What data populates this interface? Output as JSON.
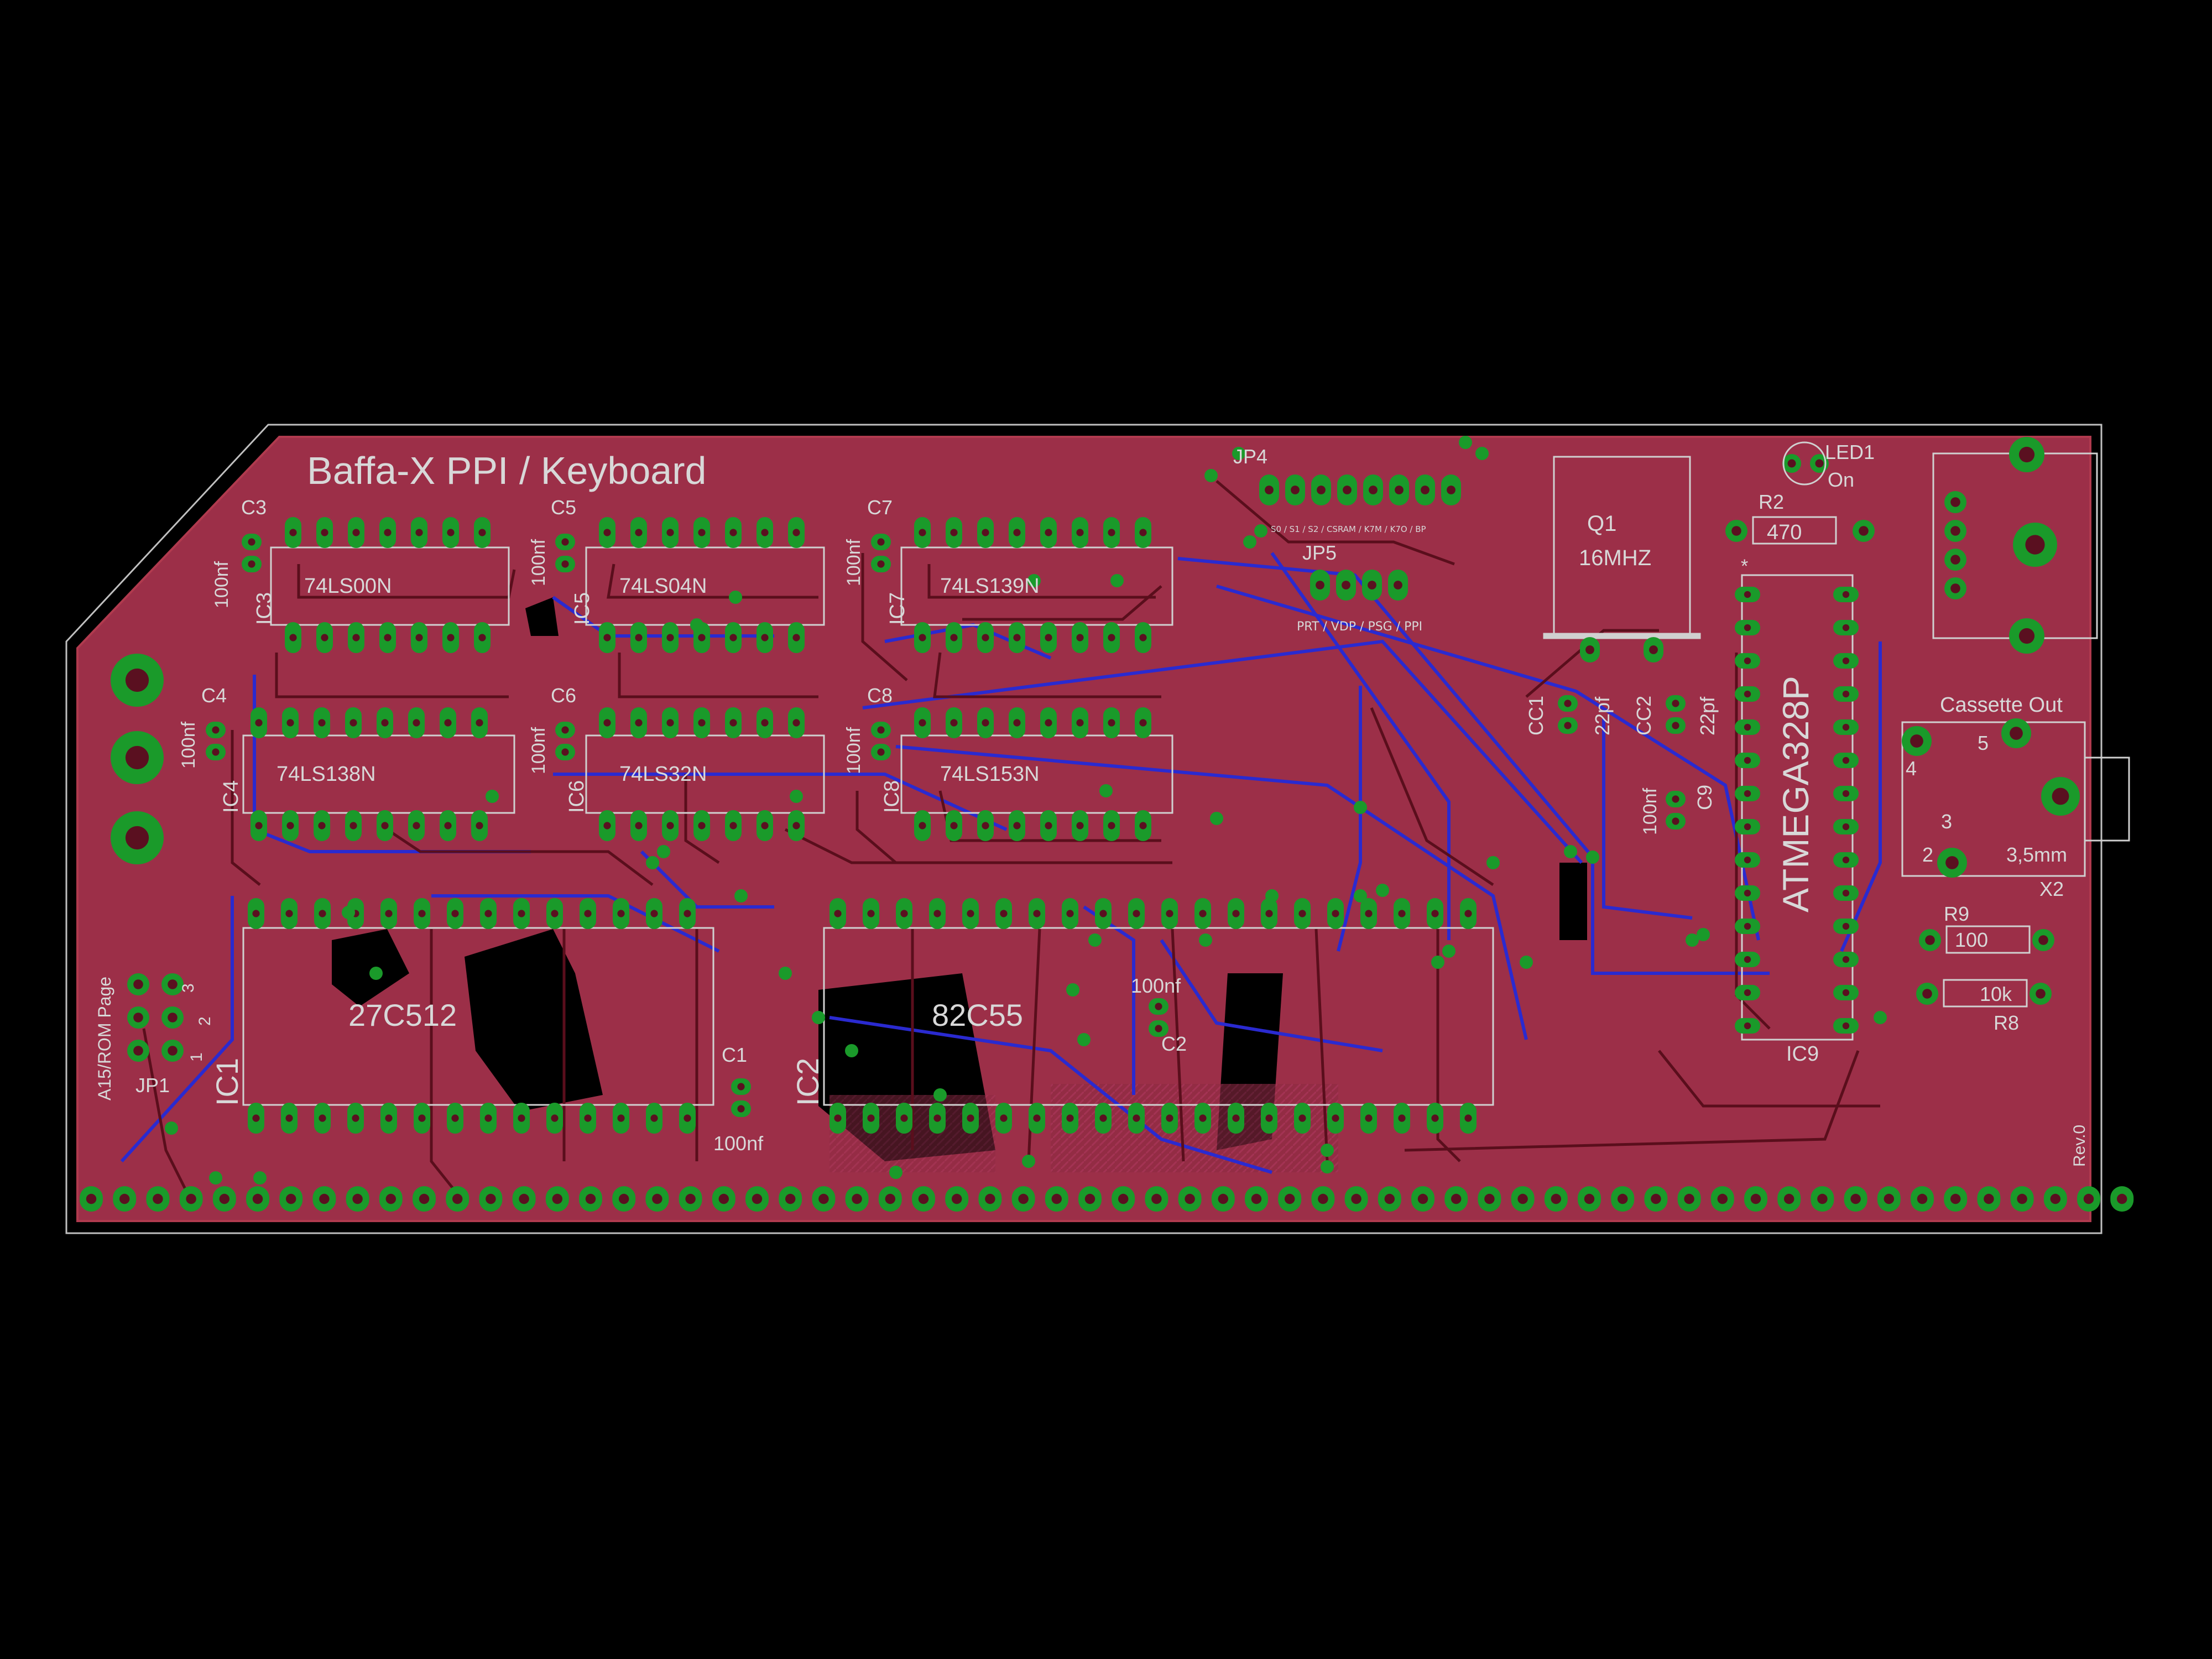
{
  "board": {
    "title": "Baffa-X PPI / Keyboard",
    "revision": "Rev.0",
    "colors": {
      "background": "#000000",
      "top_copper": "#a0283c",
      "top_copper_fill": "#9c2f48",
      "bottom_copper": "#2a2ad0",
      "pad": "#1a9a2a",
      "silkscreen": "#d8d8d8",
      "outline": "#c0c0c0"
    }
  },
  "chips": [
    {
      "ref": "IC3",
      "part": "74LS00N"
    },
    {
      "ref": "IC5",
      "part": "74LS04N"
    },
    {
      "ref": "IC7",
      "part": "74LS139N"
    },
    {
      "ref": "IC4",
      "part": "74LS138N"
    },
    {
      "ref": "IC6",
      "part": "74LS32N"
    },
    {
      "ref": "IC8",
      "part": "74LS153N"
    },
    {
      "ref": "IC1",
      "part": "27C512"
    },
    {
      "ref": "IC2",
      "part": "82C55"
    },
    {
      "ref": "IC9",
      "part": "ATMEGA328P"
    }
  ],
  "caps": [
    {
      "ref": "C3",
      "value": "100nf"
    },
    {
      "ref": "C5",
      "value": "100nf"
    },
    {
      "ref": "C7",
      "value": "100nf"
    },
    {
      "ref": "C4",
      "value": "100nf"
    },
    {
      "ref": "C6",
      "value": "100nf"
    },
    {
      "ref": "C8",
      "value": "100nf"
    },
    {
      "ref": "C1",
      "value": "100nf"
    },
    {
      "ref": "C2",
      "value": "100nf"
    },
    {
      "ref": "CC1",
      "value": "22pf"
    },
    {
      "ref": "CC2",
      "value": "22pf"
    },
    {
      "ref": "C9",
      "value": "100nf"
    }
  ],
  "jumpers": {
    "jp4": {
      "ref": "JP4",
      "legend": "S0 / S1 / S2 / CSRAM / K7M / K7O / BP"
    },
    "jp5": {
      "ref": "JP5",
      "legend": "PRT / VDP / PSG / PPI"
    },
    "jp1": {
      "ref": "JP1",
      "legend": "A15/ROM Page",
      "pins": [
        "3",
        "2",
        "1"
      ]
    }
  },
  "crystal": {
    "ref": "Q1",
    "value": "16MHZ"
  },
  "led": {
    "ref": "LED1",
    "label": "On"
  },
  "resistors": [
    {
      "ref": "R2",
      "value": "470"
    },
    {
      "ref": "R9",
      "value": "100"
    },
    {
      "ref": "R8",
      "value": "10k"
    }
  ],
  "jack": {
    "ref": "X2",
    "title": "Cassette Out",
    "size": "3,5mm",
    "pins": [
      "5",
      "4",
      "3",
      "2"
    ]
  },
  "mcu_pin1_marker": "*"
}
